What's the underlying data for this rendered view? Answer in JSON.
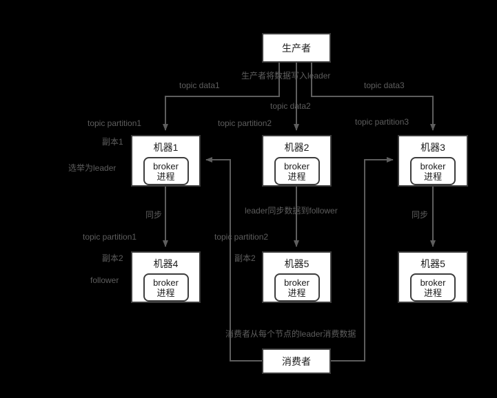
{
  "diagram": {
    "title": "Kafka topic partition replication topology",
    "background_color": "#000000",
    "node_fill": "#ffffff",
    "node_stroke": "#3c3c3c",
    "label_color": "#5e5e5e",
    "text_color": "#1a1a1a"
  },
  "producer": {
    "label": "生产者"
  },
  "consumer": {
    "label": "消费者"
  },
  "process_label": {
    "line1": "broker",
    "line2": "进程"
  },
  "brokers": [
    {
      "id": "machine1",
      "title": "机器1"
    },
    {
      "id": "machine2",
      "title": "机器2"
    },
    {
      "id": "machine3",
      "title": "机器3"
    },
    {
      "id": "machine4",
      "title": "机器4"
    },
    {
      "id": "machine5",
      "title": "机器5"
    },
    {
      "id": "machine5b",
      "title": "机器5"
    }
  ],
  "edge_labels": {
    "producer_write": "生产者将数据写入leader",
    "topic_data1": "topic data1",
    "topic_data2": "topic data2",
    "topic_data3": "topic data3",
    "topic_partition1_top": "topic partition1",
    "topic_partition2_top": "topic partition2",
    "topic_partition3_top": "topic partition3",
    "replica1": "副本1",
    "elected_leader": "选举为leader",
    "sync_left": "同步",
    "sync_right": "同步",
    "leader_sync_follower": "leader同步数据到follower",
    "topic_partition1_bottom": "topic partition1",
    "topic_partition2_bottom": "topic partition2",
    "replica2_left": "副本2",
    "replica2_middle": "副本2",
    "follower": "follower",
    "consumer_read": "消费者从每个节点的leader消费数据"
  }
}
